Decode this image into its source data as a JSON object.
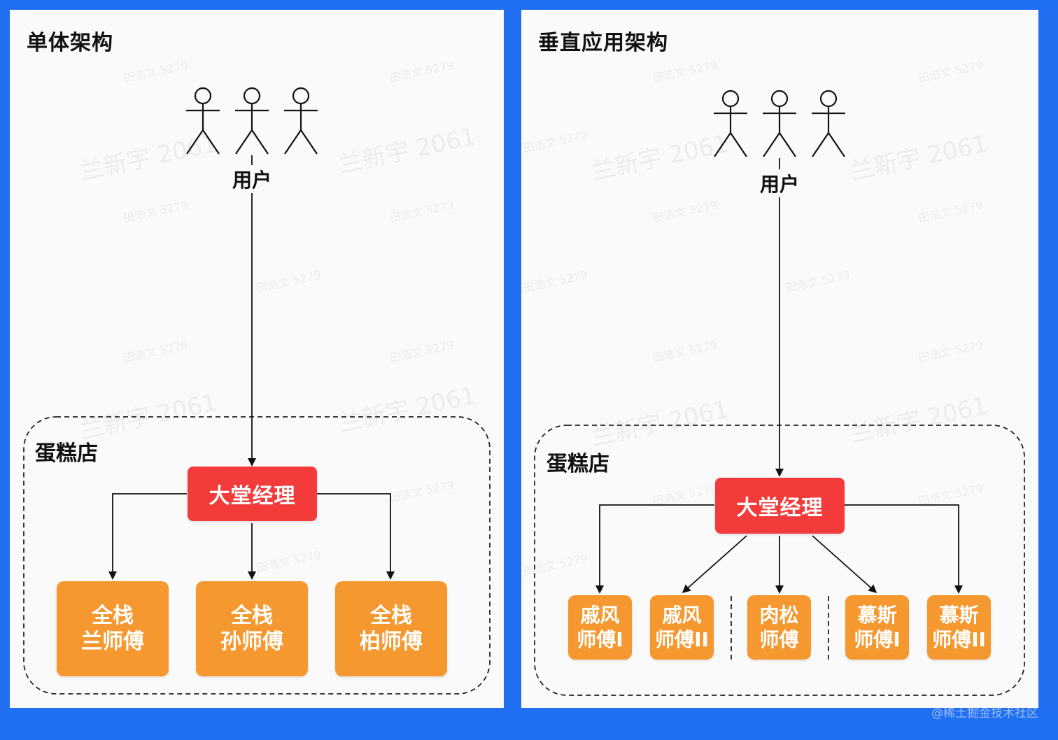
{
  "left_panel": {
    "title": "单体架构",
    "users_label": "用户",
    "shop_label": "蛋糕店",
    "manager_label": "大堂经理",
    "services": [
      {
        "line1": "全栈",
        "line2": "兰师傅"
      },
      {
        "line1": "全栈",
        "line2": "孙师傅"
      },
      {
        "line1": "全栈",
        "line2": "柏师傅"
      }
    ]
  },
  "right_panel": {
    "title": "垂直应用架构",
    "users_label": "用户",
    "shop_label": "蛋糕店",
    "manager_label": "大堂经理",
    "services": [
      {
        "line1": "戚风",
        "line2": "师傅I"
      },
      {
        "line1": "戚风",
        "line2": "师傅II"
      },
      {
        "line1": "肉松",
        "line2": "师傅"
      },
      {
        "line1": "慕斯",
        "line2": "师傅I"
      },
      {
        "line1": "慕斯",
        "line2": "师傅II"
      }
    ]
  },
  "watermarks": {
    "primary": "兰新宇 2061",
    "secondary": "田浩文 5279"
  },
  "footer_watermark": "@稀土掘金技术社区",
  "colors": {
    "background": "#1f6ff0",
    "panel": "#fafafa",
    "manager": "#f33b3b",
    "service": "#f5982f"
  }
}
